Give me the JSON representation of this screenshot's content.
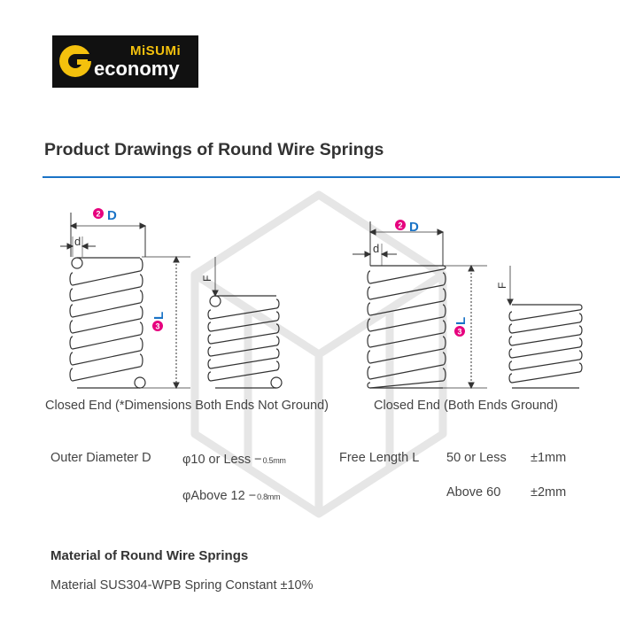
{
  "logo": {
    "brand": "MiSUMi",
    "product": "economy"
  },
  "heading": "Product Drawings of Round Wire Springs",
  "drawings": {
    "left_caption": "Closed End (*Dimensions Both Ends Not Ground)",
    "right_caption": "Closed End (Both Ends Ground)",
    "label_d": "d",
    "label_D": "D",
    "label_L": "L",
    "label_F": "F",
    "marker_D": "2",
    "marker_L": "3"
  },
  "specs": {
    "outer_diameter_label": "Outer Diameter D",
    "outer_row1_value": "φ10 or Less −",
    "outer_row1_tol": "0.5mm",
    "outer_row2_value": "φAbove 12 −",
    "outer_row2_tol": "0.8mm",
    "free_length_label": "Free Length L",
    "free_row1_range": "50 or Less",
    "free_row1_tol": "±1mm",
    "free_row2_range": "Above 60",
    "free_row2_tol": "±2mm"
  },
  "material": {
    "title": "Material of Round Wire Springs",
    "text": "Material SUS304-WPB Spring Constant ±10%"
  },
  "colors": {
    "accent": "#1a73c6",
    "marker": "#e6007e",
    "logo_bg": "#111111",
    "logo_brand": "#f4c10d"
  }
}
